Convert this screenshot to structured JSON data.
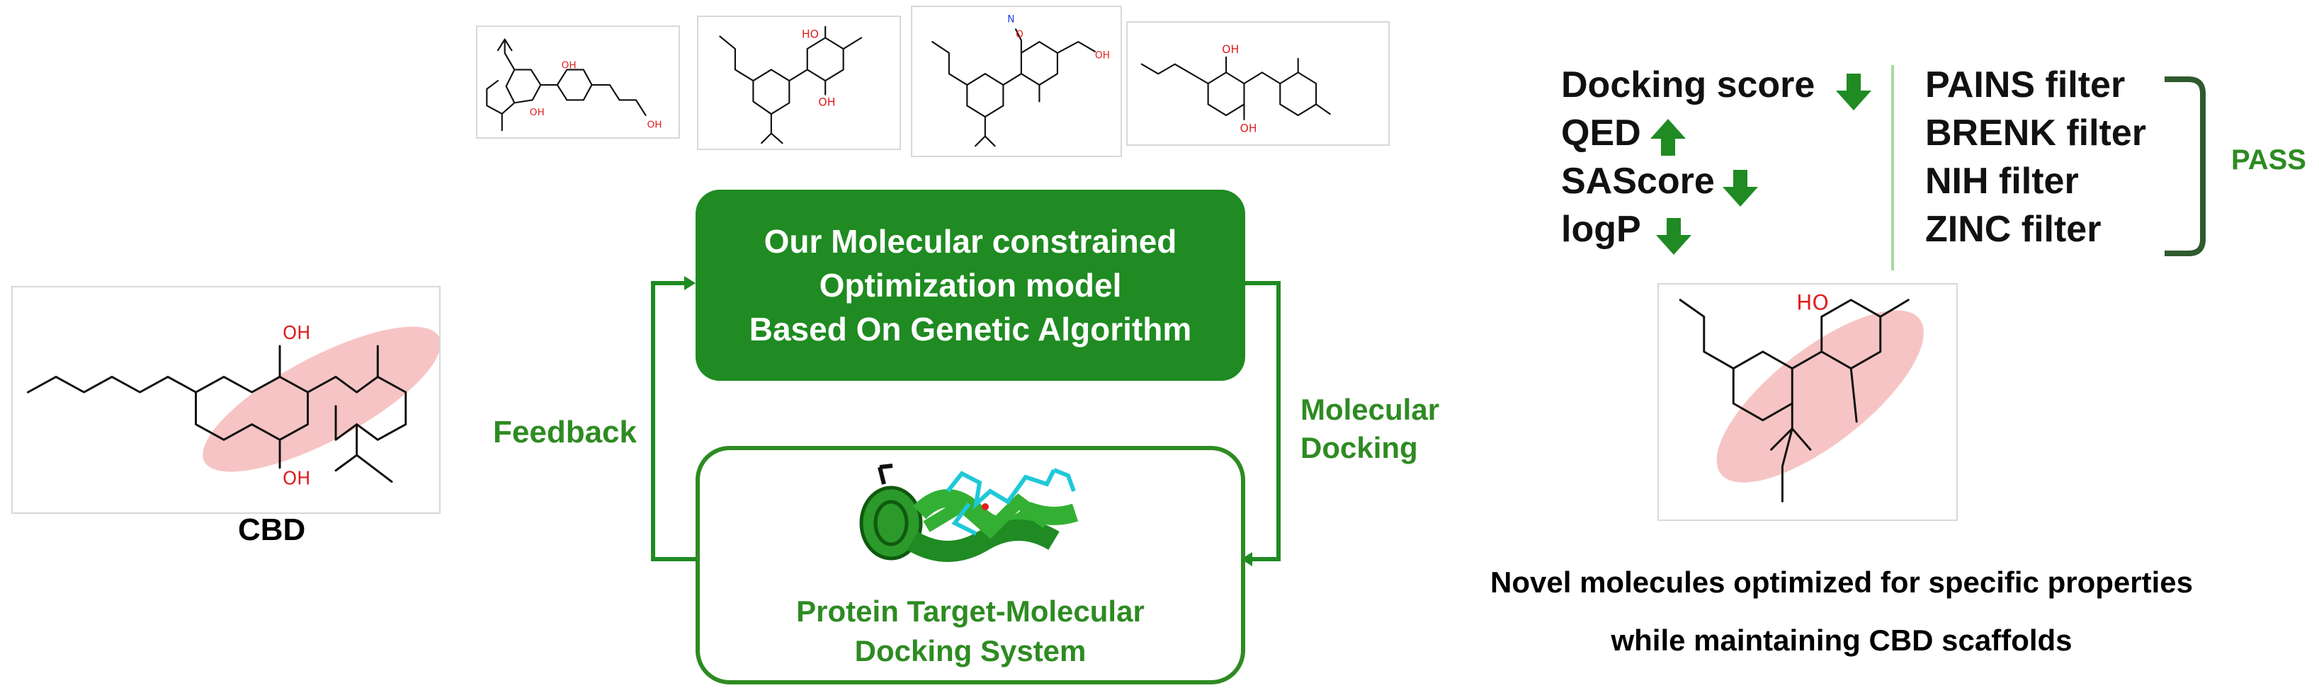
{
  "top_molecules": [
    {
      "atoms": [
        "OH",
        "OH",
        "OH"
      ]
    },
    {
      "atoms": [
        "HO",
        "OH"
      ]
    },
    {
      "atoms": [
        "N",
        "O",
        "OH"
      ]
    },
    {
      "atoms": [
        "OH",
        "OH"
      ]
    }
  ],
  "cbd": {
    "label": "CBD",
    "atoms": [
      "OH",
      "OH"
    ]
  },
  "model_box": {
    "line1": "Our Molecular constrained",
    "line2": "Optimization model",
    "line3": "Based On Genetic Algorithm"
  },
  "feedback_label": "Feedback",
  "molecular_docking_label": {
    "line1": "Molecular",
    "line2": "Docking"
  },
  "docking_system": {
    "line1": "Protein Target-Molecular",
    "line2": "Docking System"
  },
  "properties": [
    {
      "label": "Docking score",
      "direction": "down"
    },
    {
      "label": "QED",
      "direction": "up"
    },
    {
      "label": "SAScore",
      "direction": "down"
    },
    {
      "label": "logP",
      "direction": "down"
    }
  ],
  "filters": [
    "PAINS filter",
    "BRENK filter",
    "NIH filter",
    "ZINC filter"
  ],
  "pass_label": "PASS",
  "result_molecule": {
    "atoms": [
      "HO"
    ]
  },
  "summary": {
    "line1": "Novel molecules optimized for specific properties",
    "line2": "while maintaining CBD scaffolds"
  },
  "colors": {
    "green_box": "#1f8b22",
    "green_text": "#2e8b22",
    "arrow_green": "#1f8b22",
    "highlight": "#f6c4c4",
    "oxygen": "#e02020",
    "nitrogen": "#2040e0"
  }
}
